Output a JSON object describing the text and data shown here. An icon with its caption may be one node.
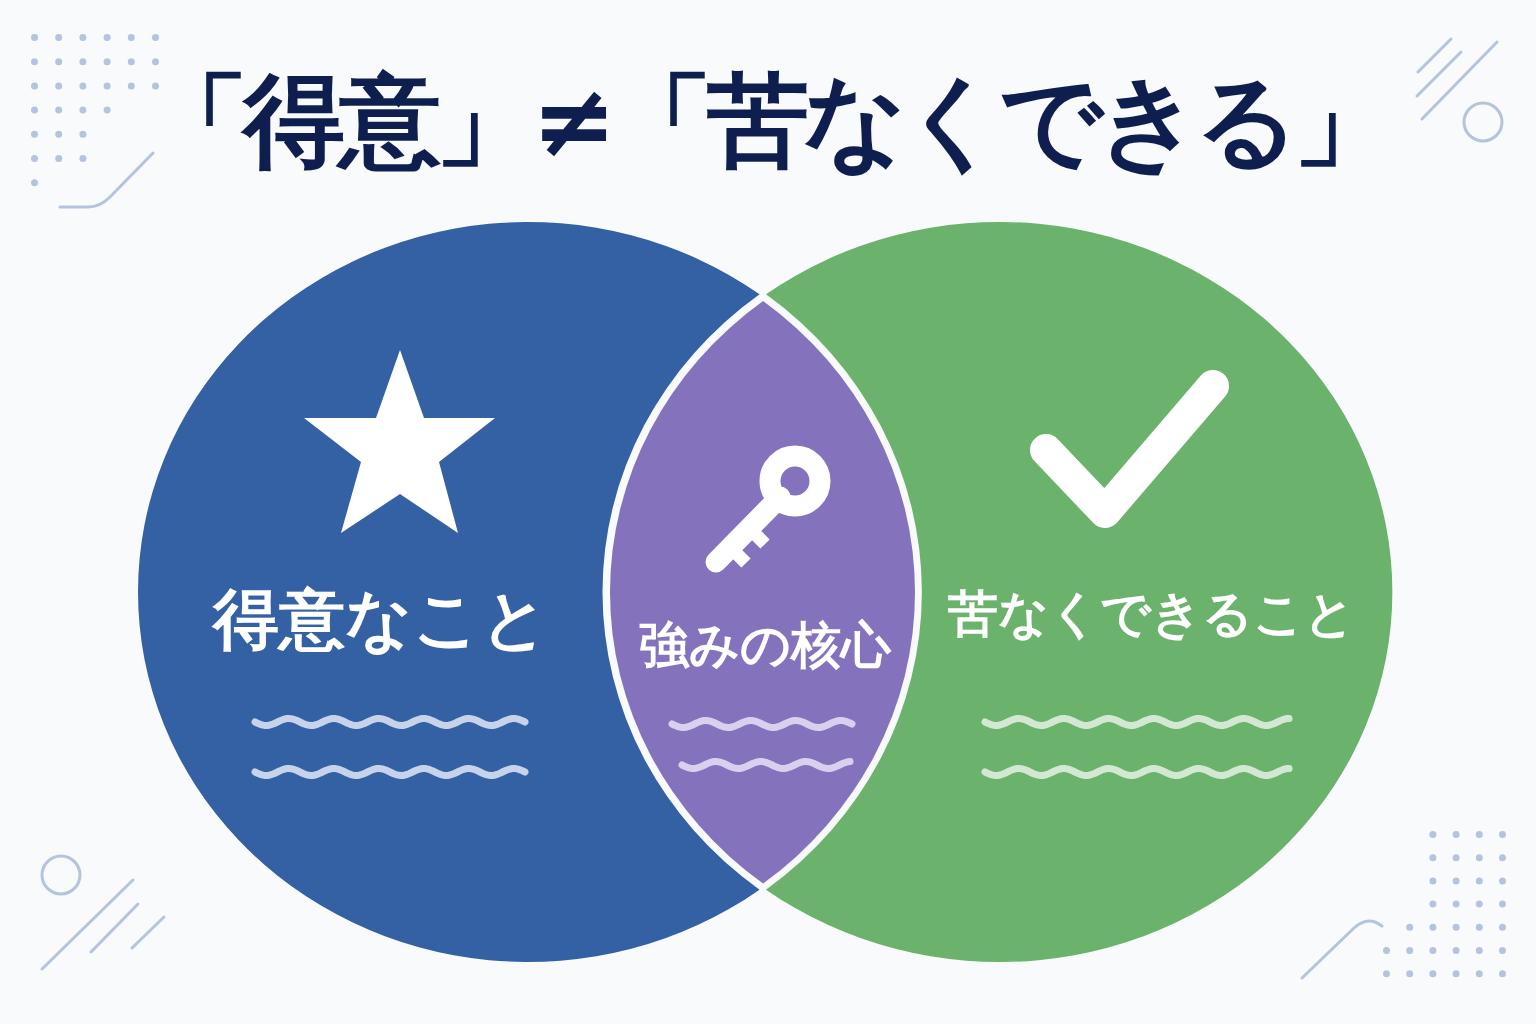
{
  "diagram": {
    "title": "「得意」≠「苦なくできる」",
    "nodes": [
      {
        "text": [
          "得意なこと"
        ]
      },
      {
        "text": [
          "強みの核心"
        ]
      },
      {
        "text": [
          "苦なくできること"
        ]
      }
    ]
  }
}
